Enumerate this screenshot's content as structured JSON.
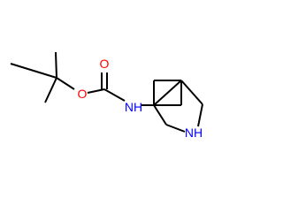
{
  "molecule": {
    "labels": {
      "carbonyl_oxygen": "O",
      "ester_oxygen": "O",
      "amide_nitrogen": "NH",
      "ring_nitrogen": "NH"
    },
    "colors": {
      "oxygen": "#ff0000",
      "nitrogen": "#0000ff",
      "bond": "#000000",
      "background": "#ffffff"
    }
  }
}
